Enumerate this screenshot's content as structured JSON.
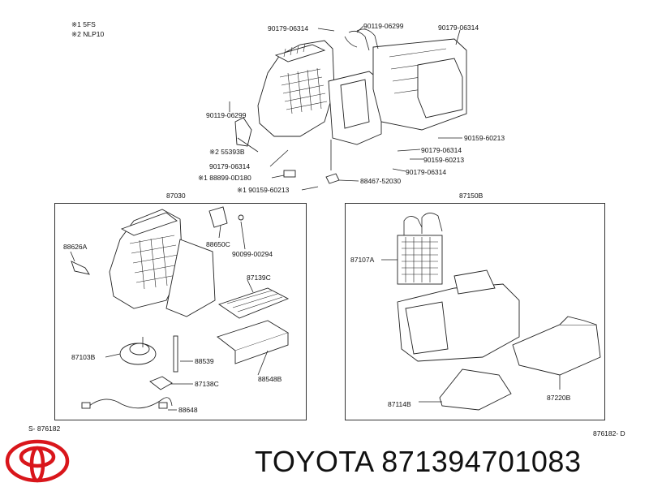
{
  "notes": [
    "※1 5FS",
    "※2 NLP10"
  ],
  "top_labels": {
    "l1": "90179-06314",
    "l2": "90119-06299",
    "l3": "90179-06314",
    "l4": "90119-06299",
    "l5": "90159-60213",
    "l6": "※2 55393B",
    "l7": "90179-06314",
    "l8": "90159-60213",
    "l9": "90179-06314",
    "l10": "90179-06314",
    "l11": "※1 88899-0D180",
    "l12": "88467-52030",
    "l13": "※1 90159-60213"
  },
  "left_box": {
    "title": "87030",
    "labels": {
      "a": "88626A",
      "b": "88650C",
      "c": "90099-00294",
      "d": "87139C",
      "e": "87103B",
      "f": "88539",
      "g": "87138C",
      "h": "88548B",
      "i": "88648"
    }
  },
  "right_box": {
    "title": "87150B",
    "labels": {
      "a": "87107A",
      "b": "87114B",
      "c": "87220B"
    }
  },
  "footer": {
    "code_left": "S-  876182",
    "code_right": "876182- D",
    "title": "TOYOTA 871394701083"
  }
}
